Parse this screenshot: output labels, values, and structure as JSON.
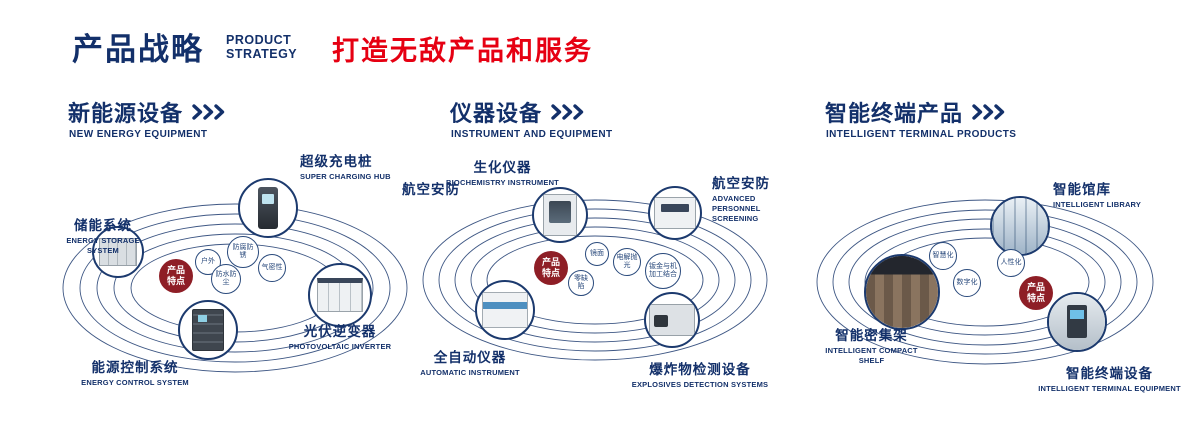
{
  "header": {
    "title": "产品战略",
    "subtitle1": "PRODUCT",
    "subtitle2": "STRATEGY",
    "slogan": "打造无敌产品和服务"
  },
  "sections": [
    {
      "title": "新能源设备",
      "subtitle": "NEW ENERGY EQUIPMENT",
      "badge1": "产品",
      "badge2": "特点",
      "features": [
        "户外",
        "防腐防锈",
        "气密性",
        "防水防尘"
      ],
      "products": [
        {
          "zh": "储能系统",
          "en": "ENERGY STORAGE SYSTEM"
        },
        {
          "zh": "超级充电桩",
          "en": "SUPER CHARGING HUB"
        },
        {
          "zh": "光伏逆变器",
          "en": "PHOTOVOLTAIC INVERTER"
        },
        {
          "zh": "能源控制系统",
          "en": "ENERGY CONTROL SYSTEM"
        }
      ]
    },
    {
      "title": "仪器设备",
      "subtitle": "INSTRUMENT AND EQUIPMENT",
      "badge1": "产品",
      "badge2": "特点",
      "side_label": "航空安防",
      "features": [
        "镜面",
        "电解抛光",
        "钣金与机加工结合",
        "零缺陷"
      ],
      "products": [
        {
          "zh": "生化仪器",
          "en": "BIOCHEMISTRY INSTRUMENT"
        },
        {
          "zh": "航空安防",
          "en": "ADVANCED PERSONNEL SCREENING"
        },
        {
          "zh": "全自动仪器",
          "en": "AUTOMATIC INSTRUMENT"
        },
        {
          "zh": "爆炸物检测设备",
          "en": "EXPLOSIVES DETECTION SYSTEMS"
        }
      ]
    },
    {
      "title": "智能终端产品",
      "subtitle": "INTELLIGENT TERMINAL PRODUCTS",
      "badge1": "产品",
      "badge2": "特点",
      "features": [
        "智慧化",
        "人性化",
        "数字化"
      ],
      "products": [
        {
          "zh": "智能馆库",
          "en": "INTELLIGENT LIBRARY"
        },
        {
          "zh": "智能密集架",
          "en": "INTELLIGENT COMPACT SHELF"
        },
        {
          "zh": "智能终端设备",
          "en": "INTELLIGENT TERMINAL EQUIPMENT"
        }
      ]
    }
  ],
  "colors": {
    "navy": "#13306a",
    "slogan_red": "#e60012",
    "badge_red": "#8e1e26"
  }
}
